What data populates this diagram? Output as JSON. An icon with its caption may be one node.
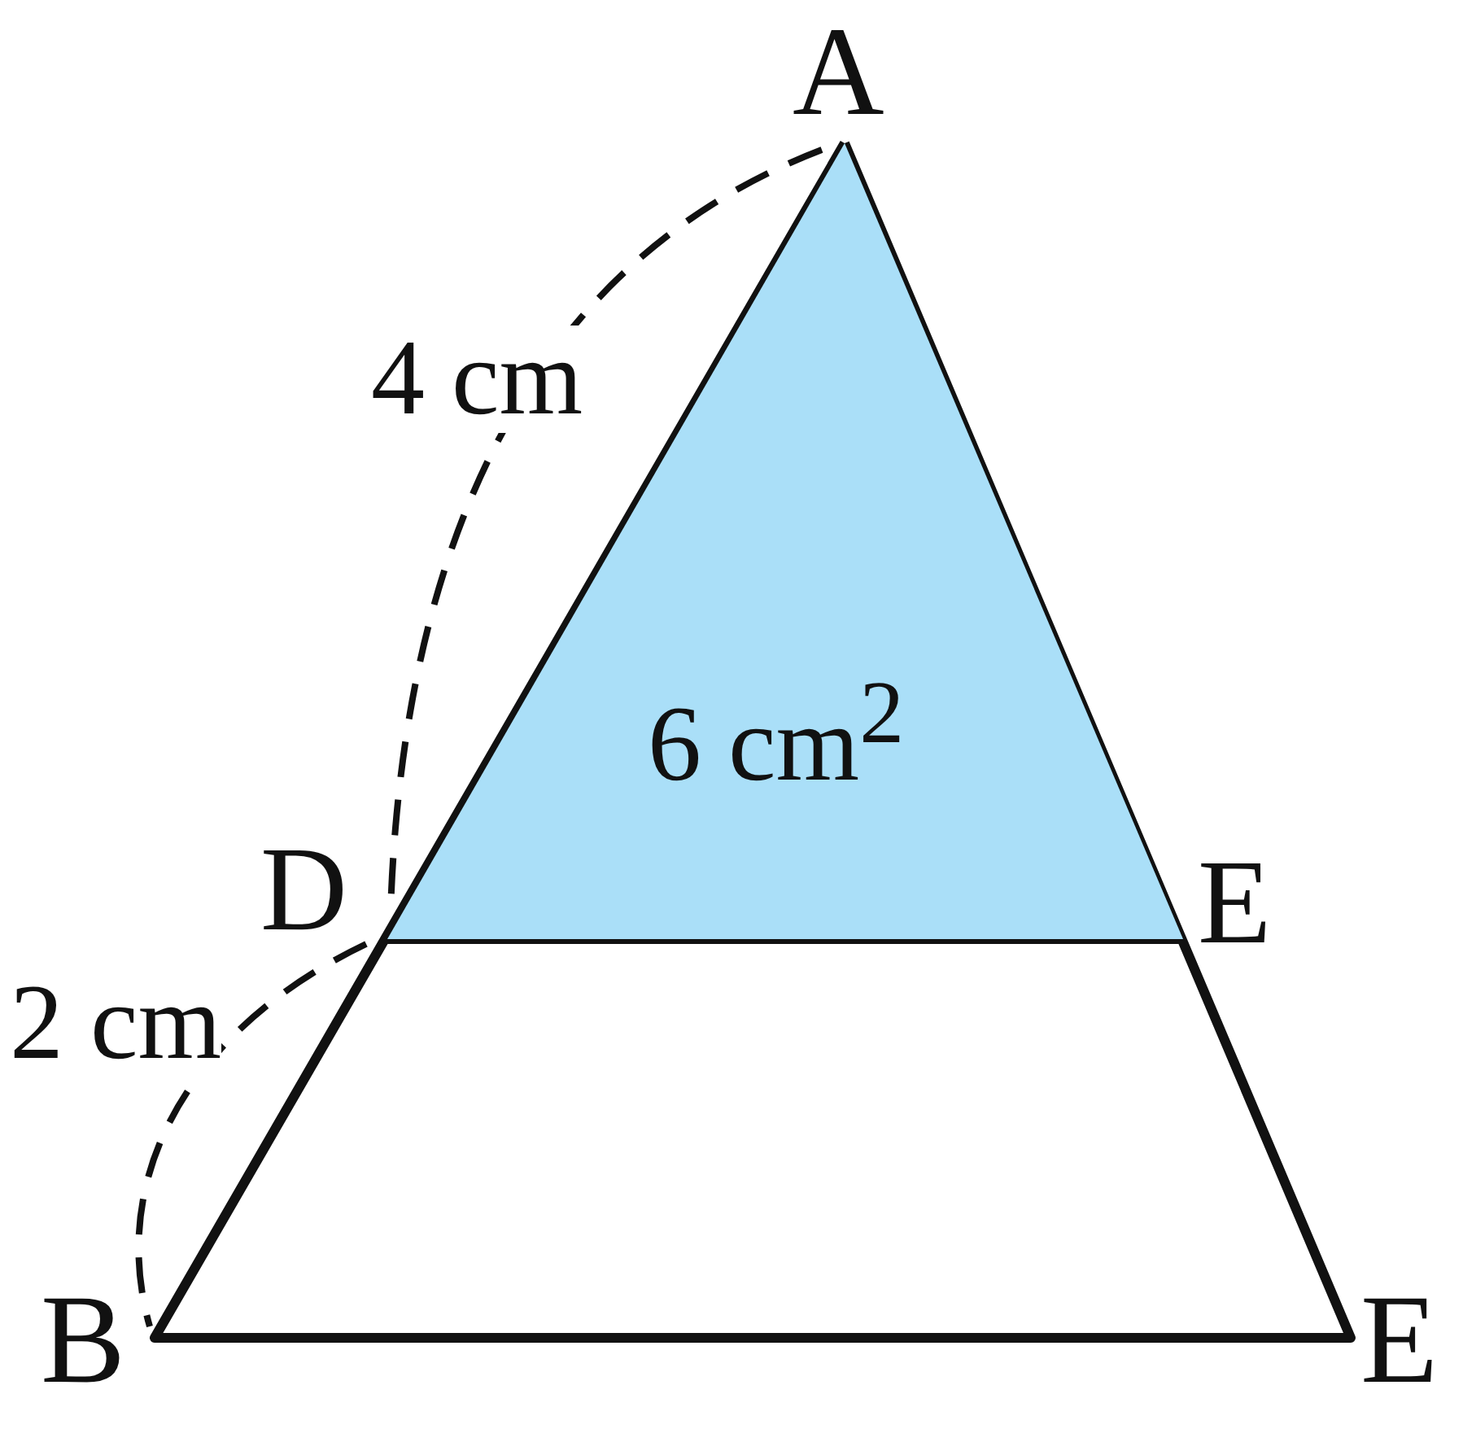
{
  "diagram": {
    "nodes": [
      {
        "text": [
          "6 cm$^{2}$"
        ]
      }
    ],
    "labels": [
      "A",
      "4 cm",
      "D",
      "E",
      "2 cm",
      "B",
      "E"
    ]
  }
}
